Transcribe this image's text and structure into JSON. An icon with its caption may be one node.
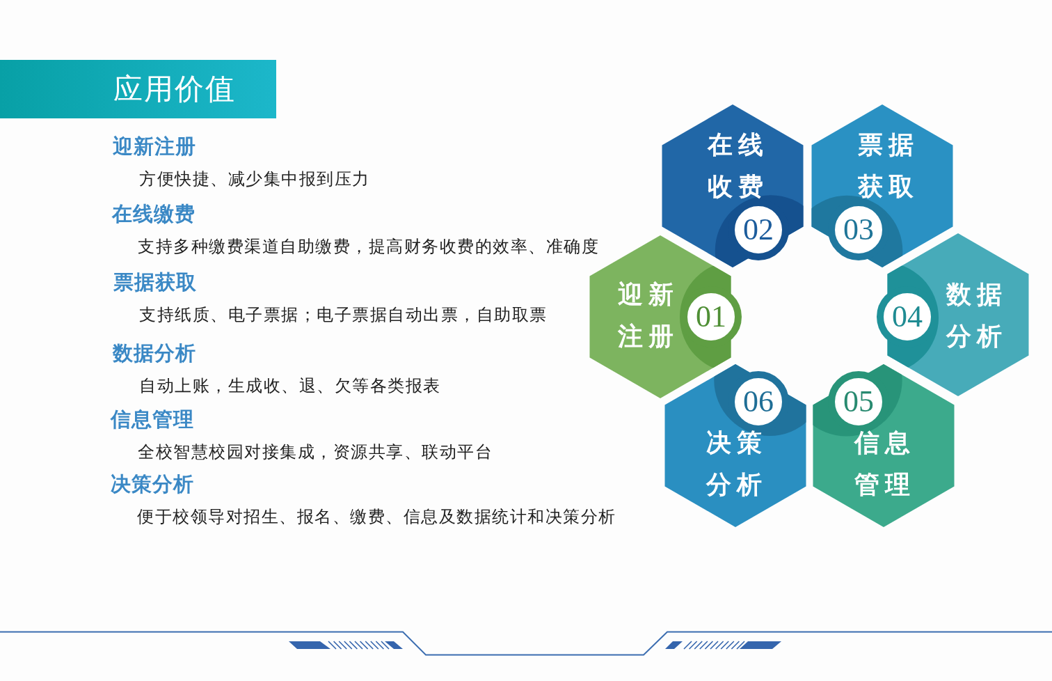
{
  "diagram": {
    "title": "应用价值",
    "nodes": [
      {
        "text": [
          "迎新注册",
          "01"
        ]
      },
      {
        "text": [
          "在线收费",
          "02"
        ]
      },
      {
        "text": [
          "票据获取",
          "03"
        ]
      },
      {
        "text": [
          "04",
          "数据分析"
        ]
      },
      {
        "text": [
          "05",
          "信息管理"
        ]
      },
      {
        "text": [
          "06",
          "决策分析"
        ]
      }
    ],
    "labels": [
      "迎新注册",
      "方便快捷、减少集中报到压力",
      "在线缴费",
      "支持多种缴费渠道自助缴费，提高财务收费的效率、准确度",
      "票据获取",
      "支持纸质、电子票据；电子票据自动出票，自助取票",
      "数据分析",
      "自动上账，生成收、退、欠等各类报表",
      "信息管理",
      "全校智慧校园对接集成，资源共享、联动平台",
      "决策分析",
      "便于校领导对招生、报名、缴费、信息及数据统计和决策分析"
    ]
  }
}
